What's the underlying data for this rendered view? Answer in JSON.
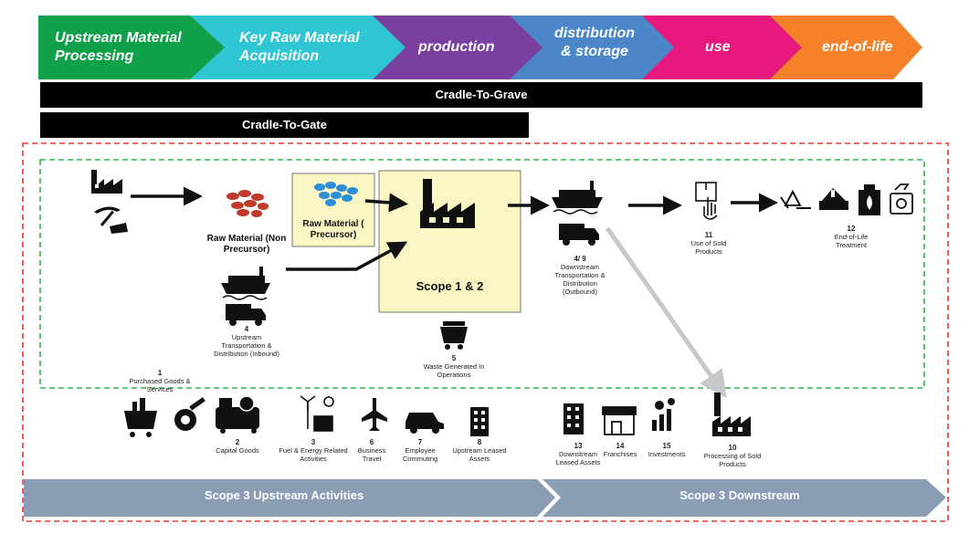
{
  "stages": [
    {
      "label": "Upstream Material Processing",
      "color": "#10a04a"
    },
    {
      "label": "Key Raw Material Acquisition",
      "color": "#2fc6d3"
    },
    {
      "label": "production",
      "color": "#7b3fa2"
    },
    {
      "label": "distribution & storage",
      "color": "#4a86c8"
    },
    {
      "label": "use",
      "color": "#e8197e"
    },
    {
      "label": "end-of-life",
      "color": "#f5822a"
    }
  ],
  "bars": {
    "cradle_to_grave": "Cradle-To-Grave",
    "cradle_to_gate": "Cradle-To-Gate"
  },
  "raw_material_non_precursor": "Raw Material (Non Precursor)",
  "raw_material_precursor": "Raw Material ( Precursor)",
  "scope12": "Scope 1 & 2",
  "categories": {
    "c1": {
      "num": "1",
      "label": "Purchased Goods & Services"
    },
    "c2": {
      "num": "2",
      "label": "Capital Goods"
    },
    "c3": {
      "num": "3",
      "label": "Fuel & Energy Related Activities"
    },
    "c4": {
      "num": "4",
      "label": "Upstream Transportation & Distribution (Inbound)"
    },
    "c5": {
      "num": "5",
      "label": "Waste Generated In Operations"
    },
    "c6": {
      "num": "6",
      "label": "Business Travel"
    },
    "c7": {
      "num": "7",
      "label": "Employee Commuting"
    },
    "c8": {
      "num": "8",
      "label": "Upstream Leased Assets"
    },
    "c49": {
      "num": "4/ 9",
      "label": "Downstream Transportation & Distribution (Outbound)"
    },
    "c10": {
      "num": "10",
      "label": "Processing of Sold Products"
    },
    "c11": {
      "num": "11",
      "label": "Use of Sold Products"
    },
    "c12": {
      "num": "12",
      "label": "End-of-Life Treatment"
    },
    "c13": {
      "num": "13",
      "label": "Downstream Leased Assets"
    },
    "c14": {
      "num": "14",
      "label": "Franchises"
    },
    "c15": {
      "num": "15",
      "label": "Investments"
    }
  },
  "footer": {
    "upstream": "Scope 3 Upstream Activities",
    "downstream": "Scope 3 Downstream"
  },
  "colors": {
    "red_dash": "#e53935",
    "green_dash": "#2eb34a",
    "yellow_box": "#faf6c4",
    "footer_bar": "#8a9db5",
    "icon": "#111111"
  }
}
